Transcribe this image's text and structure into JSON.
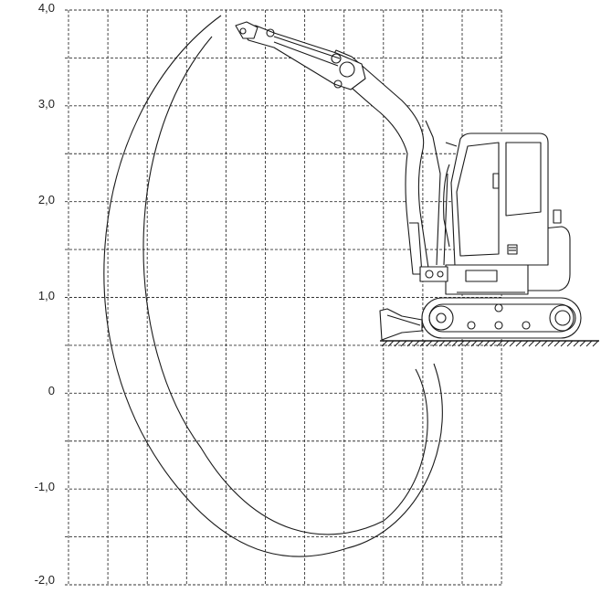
{
  "diagram": {
    "type": "excavator-working-range",
    "y_axis": {
      "ticks": [
        "4,0",
        "3,0",
        "2,0",
        "1,0",
        "0",
        "-1,0",
        "-2,0"
      ],
      "tick_values": [
        4.0,
        3.0,
        2.0,
        1.0,
        0.0,
        -1.0,
        -2.0
      ],
      "range": [
        -2.0,
        4.0
      ],
      "grid_step": 0.5
    },
    "grid": {
      "visible": true,
      "style": "dashed",
      "columns": 11
    },
    "ground_level": 0.5,
    "colors": {
      "line": "#1a1a1a",
      "grid": "#333333",
      "background": "#ffffff"
    },
    "icons": [
      "mini-excavator-icon",
      "ground-hatch-icon"
    ]
  }
}
